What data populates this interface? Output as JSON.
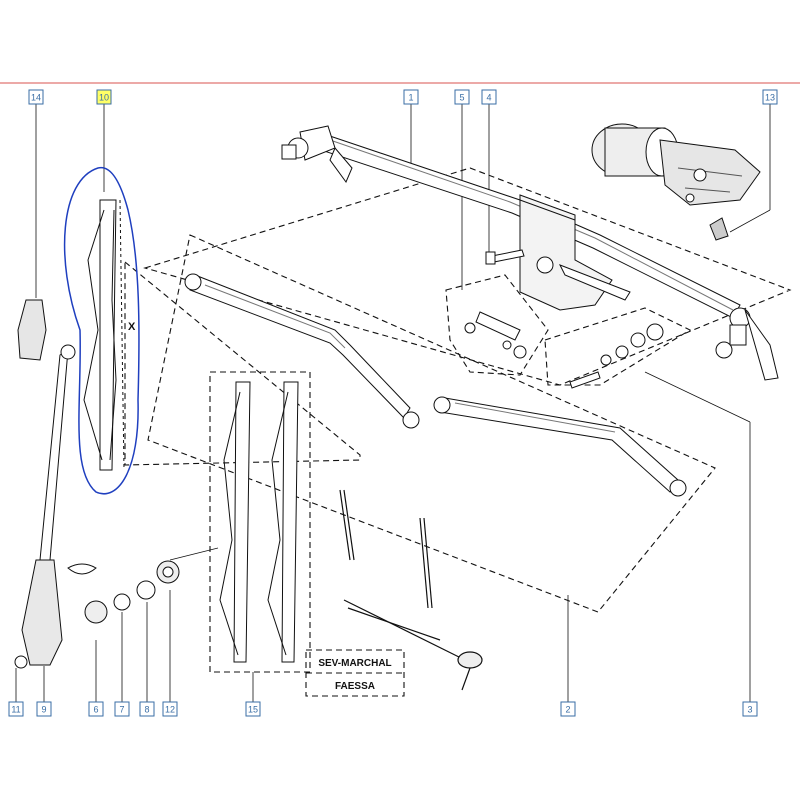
{
  "callouts": {
    "c1": "1",
    "c2": "2",
    "c3": "3",
    "c4": "4",
    "c5": "5",
    "c6": "6",
    "c7": "7",
    "c8": "8",
    "c9": "9",
    "c10": "10",
    "c11": "11",
    "c12": "12",
    "c13": "13",
    "c14": "14",
    "c15": "15"
  },
  "dimension_label": "X",
  "brand_labels": {
    "top": "SEV-MARCHAL",
    "bottom": "FAESSA"
  },
  "colors": {
    "frame_line": "#d9534f",
    "highlight_box": "#ffff66",
    "callout_border": "#3a6ea5",
    "hand_circle": "#1f3fbf",
    "line_art": "#111111"
  }
}
